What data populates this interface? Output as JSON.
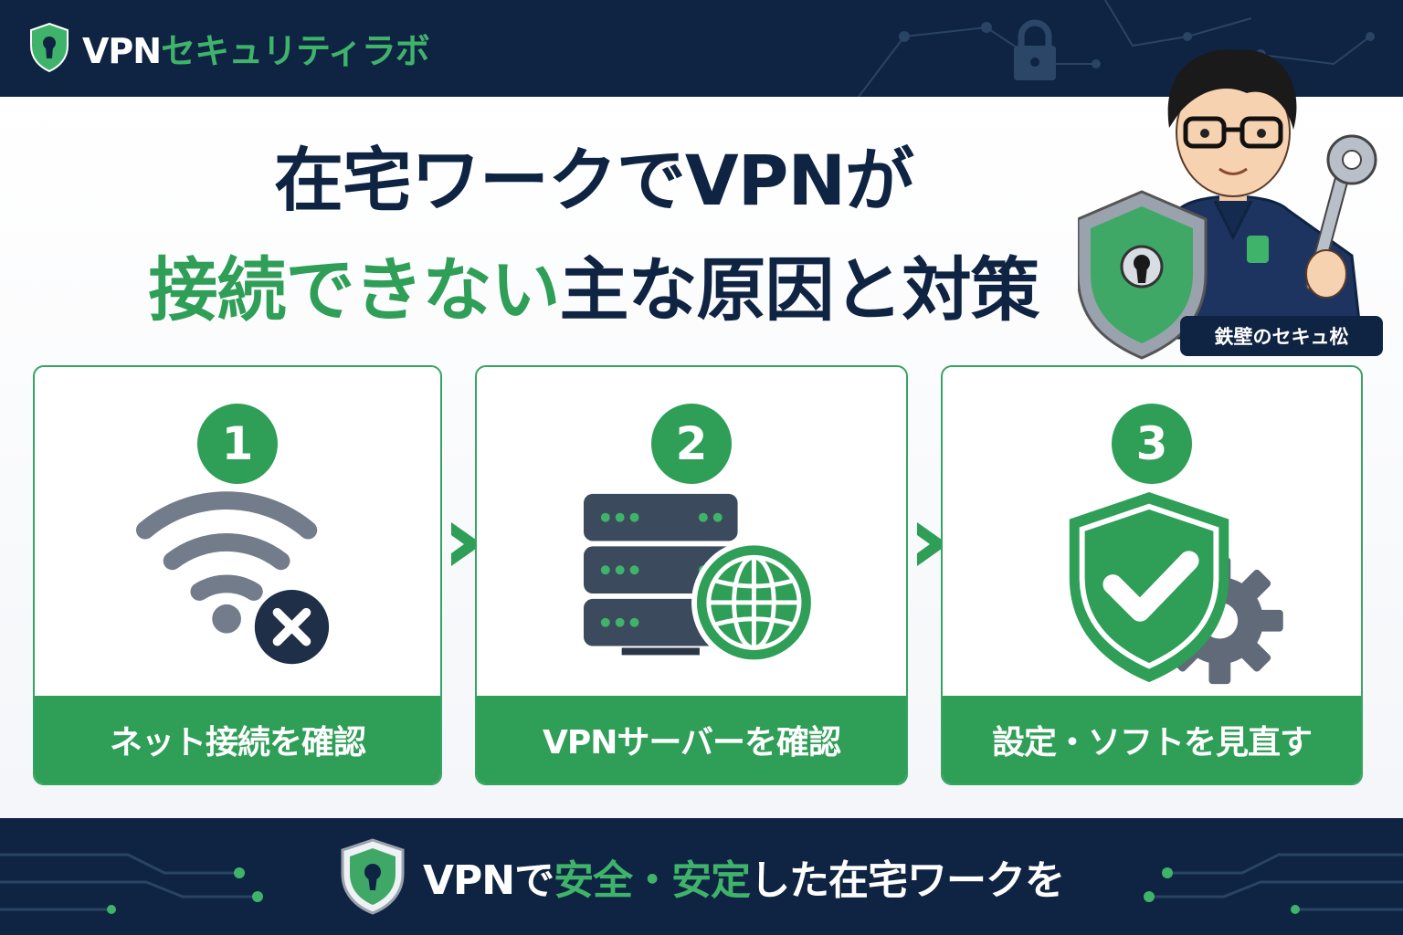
{
  "header": {
    "brand_primary": "VPN",
    "brand_secondary": "セキュリティラボ",
    "logo_icon": "keyhole-shield-icon"
  },
  "title": {
    "line1": "在宅ワークでVPNが",
    "line2_highlight": "接続できない",
    "line2_rest": "主な原因と対策"
  },
  "character": {
    "name": "鉄壁のセキュ松",
    "icon": "security-mascot-with-key-and-shield"
  },
  "steps": [
    {
      "number": "1",
      "label": "ネット接続を確認",
      "icon": "wifi-disconnected-icon"
    },
    {
      "number": "2",
      "label": "VPNサーバーを確認",
      "icon": "server-globe-icon"
    },
    {
      "number": "3",
      "label": "設定・ソフトを見直す",
      "icon": "shield-check-gear-icon"
    }
  ],
  "footer": {
    "part1": "VPNで",
    "highlight1": "安全",
    "sep": "・",
    "highlight2": "安定",
    "part2": "した在宅ワークを",
    "icon": "keyhole-shield-icon"
  },
  "colors": {
    "navy": "#0f2442",
    "green": "#2f9e57",
    "light_green": "#3fb36a",
    "gray_icon": "#737c8a",
    "background": "#f3f5f8"
  }
}
